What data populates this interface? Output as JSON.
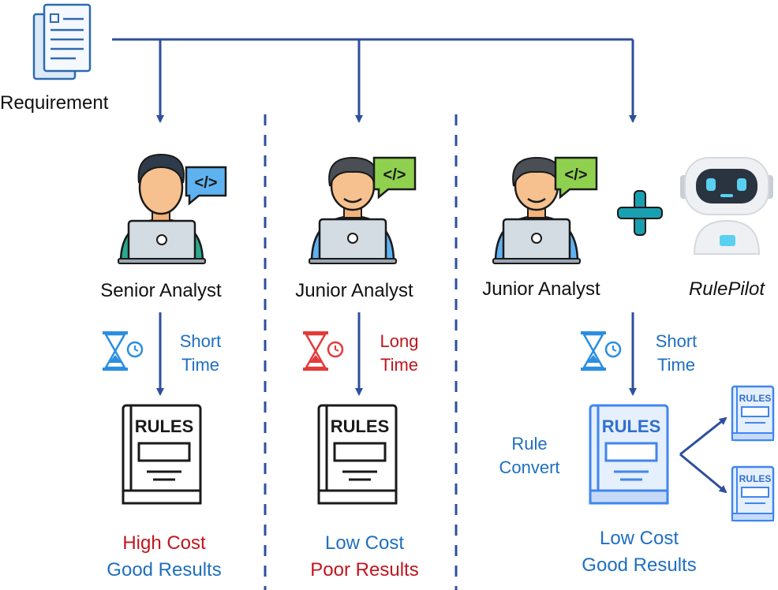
{
  "requirement": {
    "label": "Requirement",
    "icon": "document-icon"
  },
  "columns": [
    {
      "role": "Senior Analyst",
      "time_label_line1": "Short",
      "time_label_line2": "Time",
      "result_line1": "High Cost",
      "result_line2": "Good Results"
    },
    {
      "role": "Junior Analyst",
      "time_label_line1": "Long",
      "time_label_line2": "Time",
      "result_line1": "Low Cost",
      "result_line2": "Poor Results"
    },
    {
      "role": "Junior Analyst",
      "tool": "RulePilot",
      "time_label_line1": "Short",
      "time_label_line2": "Time",
      "convert_line1": "Rule",
      "convert_line2": "Convert",
      "result_line1": "Low Cost",
      "result_line2": "Good Results"
    }
  ],
  "rules_label": "RULES",
  "code_symbol": "</>",
  "colors": {
    "arrow": "#2f4f9c",
    "blue_text": "#1f6fc0",
    "red_text": "#c0161e",
    "dark_text": "#111111",
    "hourglass_blue": "#2a8ee0",
    "hourglass_red": "#e23b3b",
    "plus_teal": "#1a9fb0",
    "bubble_blue": "#5fb2f0",
    "bubble_green": "#8fd14f",
    "book_light": "#e6effc",
    "book_outline_blue": "#3f86f0"
  }
}
